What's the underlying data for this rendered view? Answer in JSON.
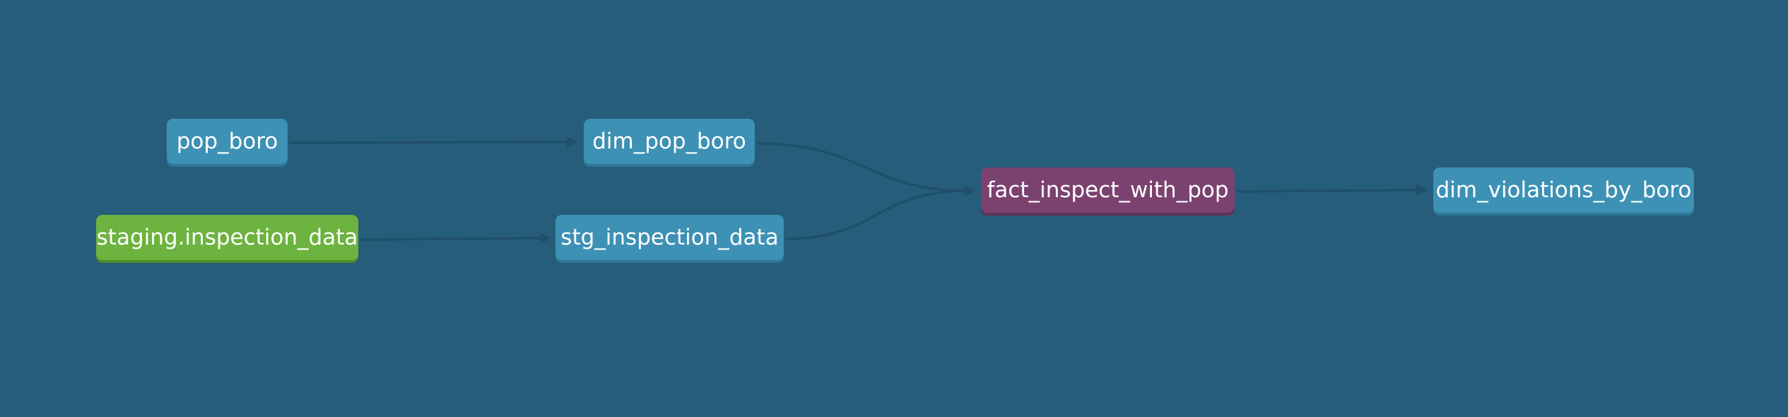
{
  "graph": {
    "nodes": {
      "pop_boro": {
        "label": "pop_boro",
        "kind": "model"
      },
      "dim_pop_boro": {
        "label": "dim_pop_boro",
        "kind": "model"
      },
      "staging_inspection_data": {
        "label": "staging.inspection_data",
        "kind": "source"
      },
      "stg_inspection_data": {
        "label": "stg_inspection_data",
        "kind": "model"
      },
      "fact_inspect_with_pop": {
        "label": "fact_inspect_with_pop",
        "kind": "selected"
      },
      "dim_violations_by_boro": {
        "label": "dim_violations_by_boro",
        "kind": "model"
      }
    },
    "edges": [
      {
        "from": "pop_boro",
        "to": "dim_pop_boro"
      },
      {
        "from": "staging_inspection_data",
        "to": "stg_inspection_data"
      },
      {
        "from": "dim_pop_boro",
        "to": "fact_inspect_with_pop"
      },
      {
        "from": "stg_inspection_data",
        "to": "fact_inspect_with_pop"
      },
      {
        "from": "fact_inspect_with_pop",
        "to": "dim_violations_by_boro"
      }
    ],
    "colors": {
      "background": "#265d7a",
      "model": "#3d91b5",
      "source": "#6db33f",
      "selected": "#7b426f",
      "edge": "#1f4f69"
    }
  }
}
